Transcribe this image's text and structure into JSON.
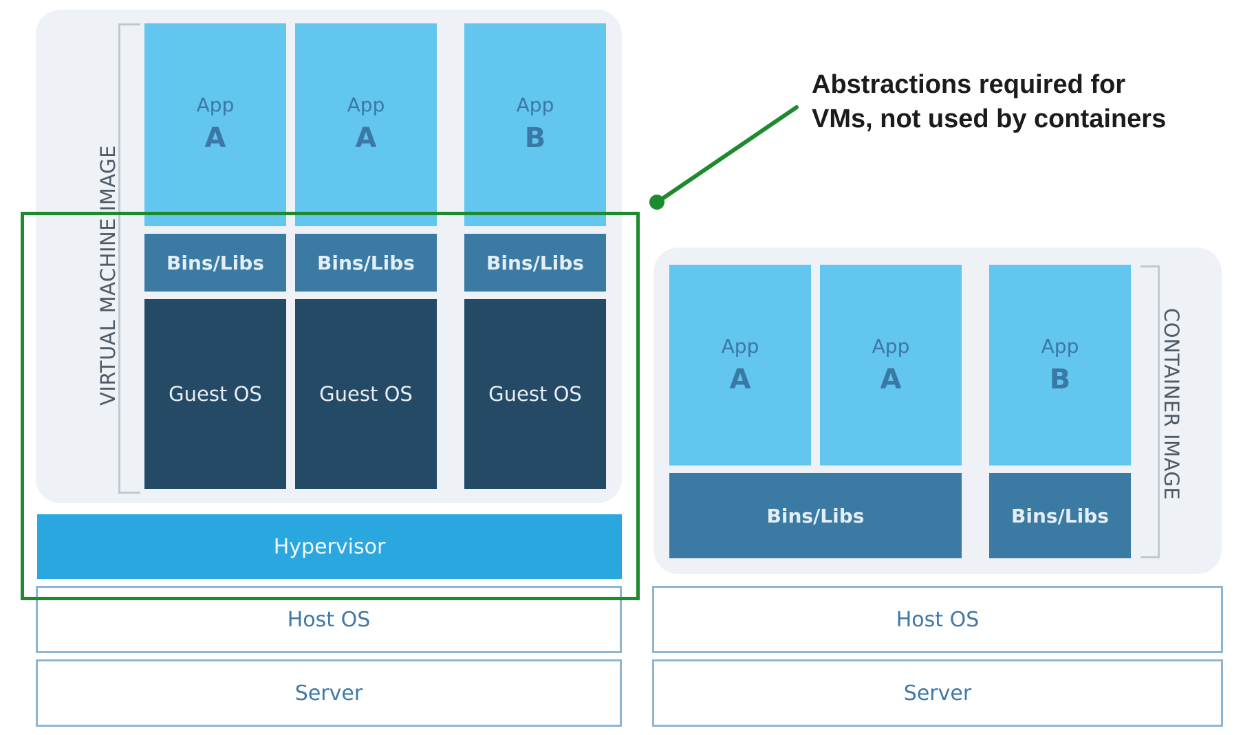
{
  "vm_side": {
    "image_label": "VIRTUAL MACHINE IMAGE",
    "apps": [
      {
        "word": "App",
        "letter": "A"
      },
      {
        "word": "App",
        "letter": "A"
      },
      {
        "word": "App",
        "letter": "B"
      }
    ],
    "bins": [
      "Bins/Libs",
      "Bins/Libs",
      "Bins/Libs"
    ],
    "guest_os": [
      "Guest OS",
      "Guest OS",
      "Guest OS"
    ],
    "hypervisor": "Hypervisor",
    "host_os": "Host OS",
    "server": "Server"
  },
  "container_side": {
    "image_label": "CONTAINER IMAGE",
    "apps": [
      {
        "word": "App",
        "letter": "A"
      },
      {
        "word": "App",
        "letter": "A"
      },
      {
        "word": "App",
        "letter": "B"
      }
    ],
    "bins": [
      "Bins/Libs",
      "Bins/Libs"
    ],
    "host_os": "Host OS",
    "server": "Server"
  },
  "annotation": {
    "line1": "Abstractions required for",
    "line2": "VMs, not used by containers"
  },
  "colors": {
    "app": "#62c6ee",
    "bins": "#3b7ba3",
    "guest_os": "#244a66",
    "hypervisor": "#2ba7e0",
    "highlight": "#1e8a2e"
  }
}
